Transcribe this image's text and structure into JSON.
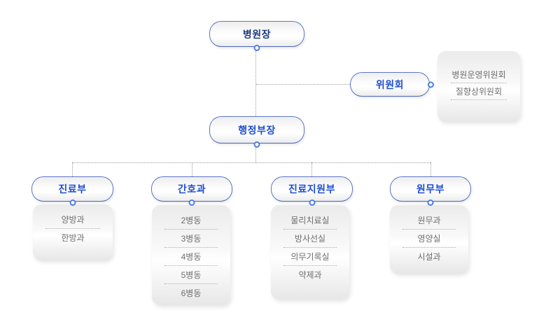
{
  "org": {
    "root": {
      "label": "병원장"
    },
    "committee": {
      "label": "위원회",
      "children": [
        "병원운영위원회",
        "질향상위원회"
      ]
    },
    "admin": {
      "label": "행정부장"
    },
    "departments": [
      {
        "label": "진료부",
        "children": [
          "양방과",
          "한방과"
        ]
      },
      {
        "label": "간호과",
        "children": [
          "2병동",
          "3병동",
          "4병동",
          "5병동",
          "6병동"
        ]
      },
      {
        "label": "진료지원부",
        "children": [
          "물리치료실",
          "방사선실",
          "의무기록실",
          "약제과"
        ]
      },
      {
        "label": "원무부",
        "children": [
          "원무과",
          "영양실",
          "시설과"
        ]
      }
    ]
  },
  "colors": {
    "node_border": "#5d76c5",
    "root_label_text": "#1b3a7e",
    "node_label_text": "#1d4ed2",
    "list_item_text": "#6e6e6e",
    "connector_dotted": "#9b9b9b",
    "dot_circle_border": "#4d7de0"
  }
}
